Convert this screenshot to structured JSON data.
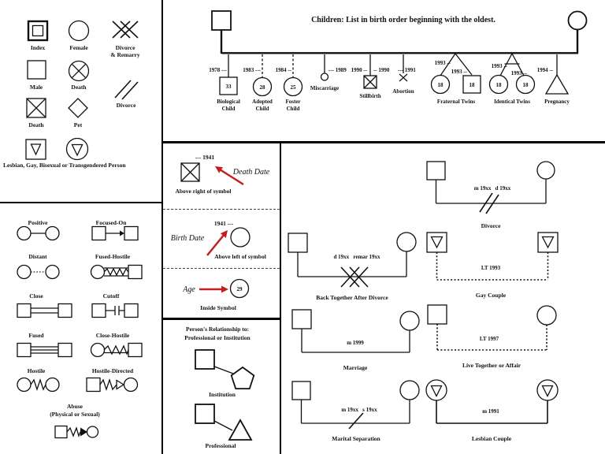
{
  "colors": {
    "ink": "#111111",
    "arrow_red": "#c41e1e"
  },
  "symbols_panel": {
    "index_label": "Index",
    "female_label": "Female",
    "divorce_remarry_label_1": "Divorce",
    "divorce_remarry_label_2": "& Remarry",
    "male_label": "Male",
    "death_circle_label": "Death",
    "divorce_label": "Divorce",
    "death_square_label": "Death",
    "pet_label": "Pet",
    "lgbt_label": "Lesbian, Gay, Bisexual or Transgendered Person"
  },
  "children_panel": {
    "title": "Children: List in birth order beginning with the oldest.",
    "biological": {
      "year": "1978 ---",
      "age": "33",
      "label_1": "Biological",
      "label_2": "Child"
    },
    "adopted": {
      "year": "1983 ---",
      "age": "28",
      "label_1": "Adopted",
      "label_2": "Child"
    },
    "foster": {
      "year": "1984 --",
      "age": "25",
      "label_1": "Foster",
      "label_2": "Child"
    },
    "miscarriage": {
      "year": "--- 1989",
      "label": "Miscarriage"
    },
    "stillbirth": {
      "year_left": "1990 --",
      "year_right": "-- 1990",
      "label": "Stillbirth"
    },
    "abortion": {
      "year": "--- 1991",
      "label": "Abortion"
    },
    "fraternal_twins": {
      "year_1": "1993 --",
      "year_2": "1993 --",
      "age_1": "18",
      "age_2": "18",
      "label": "Fraternal Twins"
    },
    "identical_twins": {
      "year_1": "1993 --",
      "year_2": "1993 --",
      "age_1": "18",
      "age_2": "18",
      "label": "Identical Twins"
    },
    "pregnancy": {
      "year": "1994 --",
      "label": "Pregnancy"
    }
  },
  "relationship_lines_panel": {
    "positive": "Positive",
    "focused_on": "Focused-On",
    "distant": "Distant",
    "fused_hostile": "Fused-Hostile",
    "close": "Close",
    "cutoff": "Cutoff",
    "fused": "Fused",
    "close_hostile": "Close-Hostile",
    "hostile": "Hostile",
    "hostile_directed": "Hostile-Directed",
    "abuse_line_1": "Abuse",
    "abuse_line_2": "(Physical or Sexual)"
  },
  "annotations_panel": {
    "death_date_value": "--- 1941",
    "death_date_label": "Death Date",
    "death_date_caption": "Above right of symbol",
    "birth_date_value": "1941 ---",
    "birth_date_label": "Birth Date",
    "birth_date_caption": "Above left of symbol",
    "age_label": "Age",
    "age_value": "29",
    "age_caption": "Inside Symbol"
  },
  "professional_panel": {
    "header_line_1": "Person's Relationship to:",
    "header_line_2": "Professional or Institution",
    "institution_label": "Institution",
    "professional_label": "Professional"
  },
  "examples_panel": {
    "divorce": {
      "dates": "m 19xx   d 19xx",
      "label": "Divorce"
    },
    "back_together": {
      "dates": "d 19xx   remar 19xx",
      "label": "Back Together After Divorce"
    },
    "gay_couple": {
      "dates": "LT 1993",
      "label": "Gay Couple"
    },
    "marriage": {
      "dates": "m 1999",
      "label": "Marriage"
    },
    "live_together": {
      "dates": "LT 1997",
      "label": "Live Together or Affair"
    },
    "marital_separation": {
      "dates": "m 19xx   s 19xx",
      "label": "Marital Separation"
    },
    "lesbian_couple": {
      "dates": "m 1991",
      "label": "Lesbian Couple"
    }
  }
}
